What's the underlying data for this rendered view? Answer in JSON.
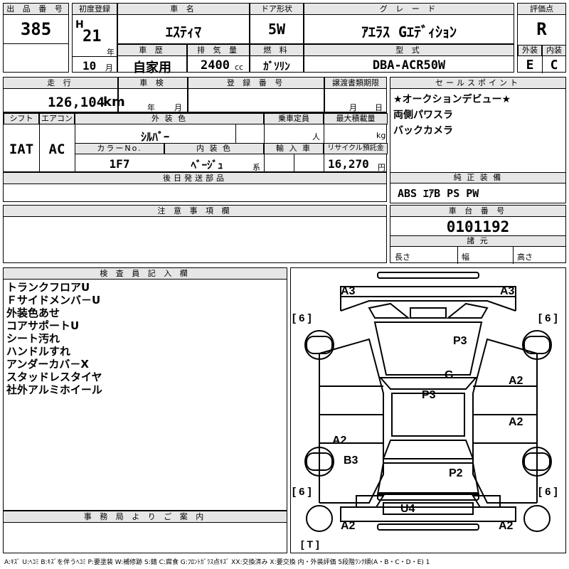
{
  "headers": {
    "lot_no": "出 品 番 号",
    "first_reg": "初度登録",
    "car_name": "車 名",
    "door": "ドア形状",
    "grade": "グ レ ー ド",
    "score": "評価点",
    "history": "車 歴",
    "displacement": "排 気 量",
    "fuel": "燃 料",
    "model": "型 式",
    "exterior": "外装",
    "interior": "内装",
    "mileage": "走 行",
    "inspection": "車 検",
    "reg_no": "登 録 番 号",
    "doc_due": "譲渡書類期限",
    "sales_point": "セールスポイント",
    "shift": "シフト",
    "ac": "エアコン",
    "ext_color": "外 装 色",
    "capacity": "乗車定員",
    "max_load": "最大積載量",
    "color_no": "カラーNo.",
    "int_color": "内 装 色",
    "import": "輸 入 車",
    "recycle": "リサイクル預託金",
    "later_parts": "後日発送部品",
    "genuine": "純 正 装 備",
    "notes": "注 意 事 項 欄",
    "chassis": "車 台 番 号",
    "specs": "諸 元",
    "inspector": "検 査 員 記 入 欄",
    "office": "事 務 局 よ り ご 案 内"
  },
  "vehicle": {
    "lot_no": "385",
    "era": "H",
    "year": "21",
    "year_unit": "年",
    "month": "10",
    "month_unit": "月",
    "car_name": "ｴｽﾃｨﾏ",
    "door": "5W",
    "grade": "ｱｴﾗｽ Gｴﾃﾞｨｼｮﾝ",
    "score": "R",
    "history": "自家用",
    "displacement": "2400",
    "displacement_unit": "cc",
    "fuel": "ｶﾞｿﾘﾝ",
    "model": "DBA-ACR50W",
    "exterior_grade": "E",
    "interior_grade": "C",
    "mileage": "126,104",
    "mileage_unit": "km",
    "insp_year_unit": "年",
    "insp_month_unit": "月",
    "doc_month_unit": "月",
    "doc_day_unit": "日",
    "shift": "IAT",
    "ac": "AC",
    "ext_color": "ｼﾙﾊﾞｰ",
    "capacity_unit": "人",
    "load_unit": "kg",
    "color_no": "1F7",
    "int_color": "ﾍﾞｰｼﾞｭ",
    "int_color_unit": "系",
    "recycle": "16,270",
    "recycle_unit": "円",
    "genuine": "ABS ｴｱB PS PW",
    "chassis": "0101192",
    "len_label": "長さ",
    "width_label": "幅",
    "height_label": "高さ"
  },
  "sales_points": [
    "★オークションデビュー★",
    "両側パワスラ",
    "バックカメラ"
  ],
  "inspector_notes": [
    "トランクフロアU",
    "Ｆサイドメンバ－U",
    "外装色あせ",
    "コアサポートU",
    "シート汚れ",
    "ハンドルすれ",
    "アンダーカバ－X",
    "スタッドレスタイヤ",
    "社外アルミホイール"
  ],
  "diagram": {
    "front_left": "A3",
    "front_right": "A3",
    "tire_fl": "[ 6 ]",
    "tire_fr": "[ 6 ]",
    "tire_rl": "[ 6 ]",
    "tire_rr": "[ 6 ]",
    "hood": "P3",
    "glass": "G",
    "roof": "P3",
    "right_front_door": "A2",
    "right_rear_door": "A2",
    "left_rear_door": "A2",
    "left_quarter": "B3",
    "back_door": "P2",
    "rear_bumper": "U4",
    "rear_left": "A2",
    "rear_right": "A2",
    "spare": "[ T ]"
  },
  "legend": "A:ｷｽﾞ U:ﾍｺﾐ B:ｷｽﾞを伴うﾍｺﾐ P:要塗装 W:補修跡 S:錆 C:腐食 G:ﾌﾛﾝﾄｶﾞﾗｽ点ｷｽﾞ XX:交換済み X:要交換 内・外装評価 5段階ﾗﾝｸ順(A・B・C・D・E) 1"
}
